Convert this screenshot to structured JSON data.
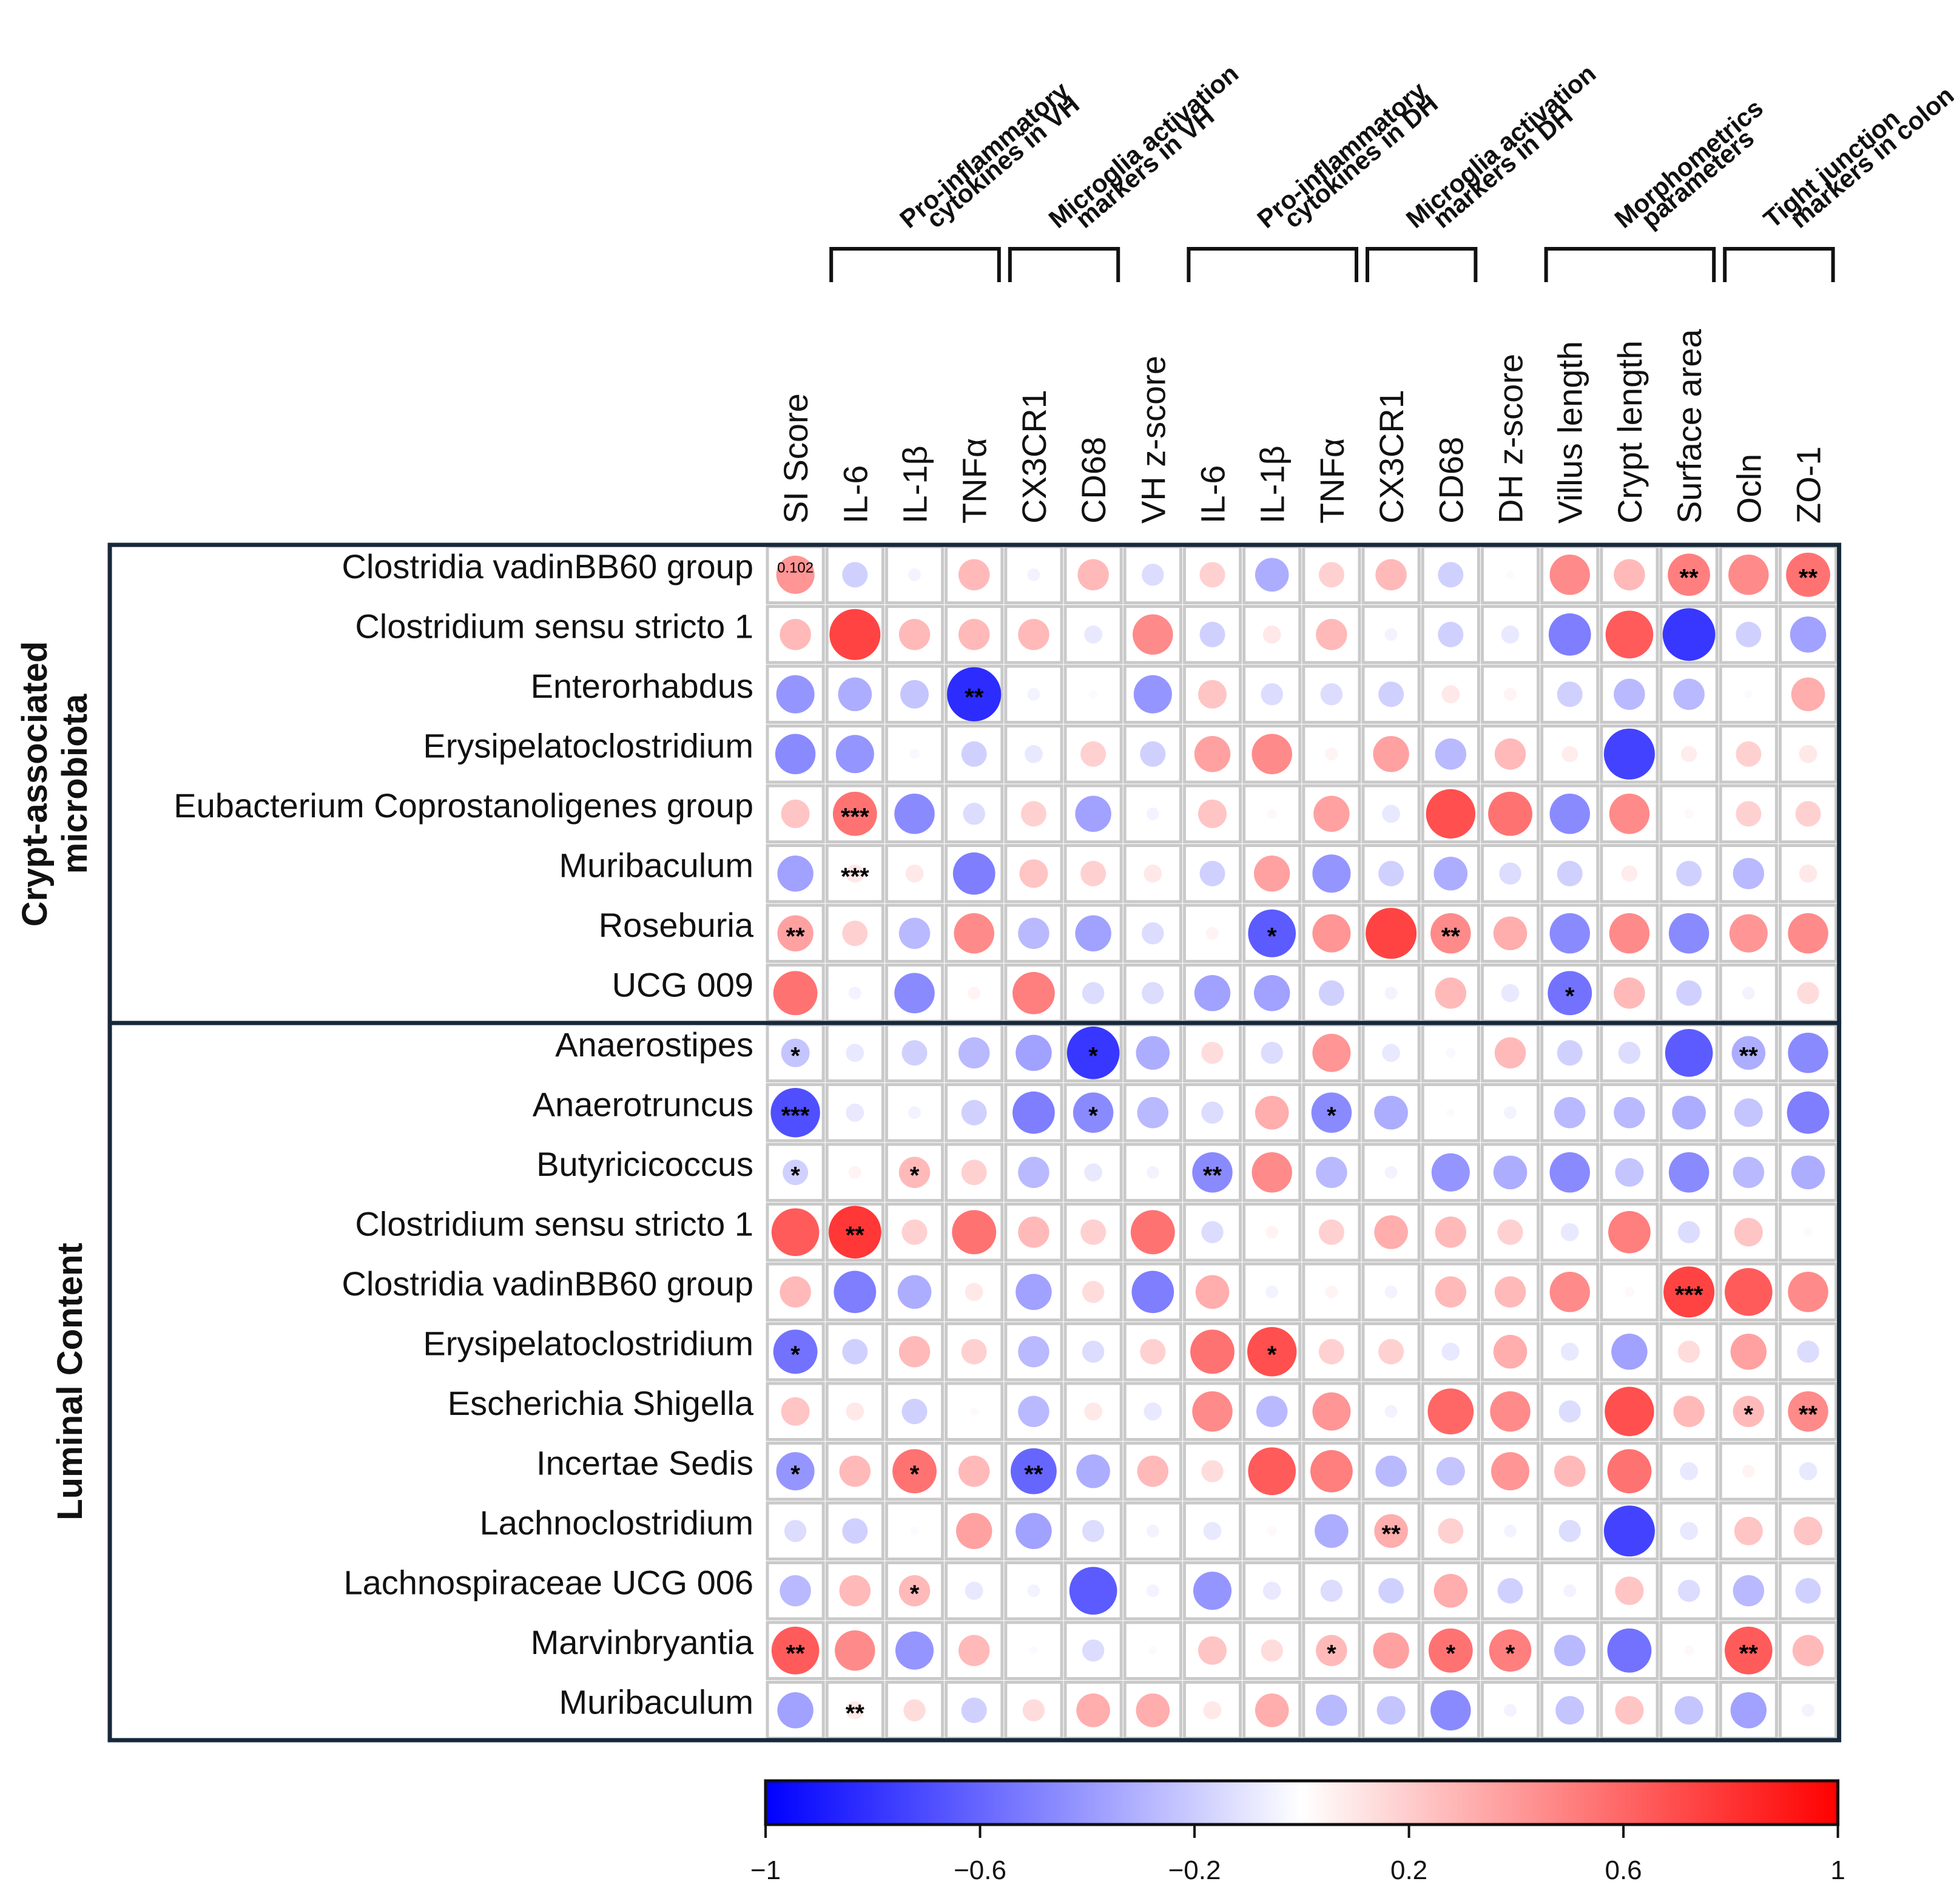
{
  "chart_data": {
    "type": "heatmap",
    "encoding": "circle size and color = correlation coefficient",
    "columns": [
      "SI Score",
      "IL-6",
      "IL-1β",
      "TNFα",
      "CX3CR1",
      "CD68",
      "VH z-score",
      "IL-6",
      "IL-1β",
      "TNFα",
      "CX3CR1",
      "CD68",
      "DH z-score",
      "Villus length",
      "Crypt length",
      "Surface area",
      "Ocln",
      "ZO-1"
    ],
    "column_groups": [
      {
        "label_lines": [
          "Pro-inflammatory",
          "cytokines in VH"
        ],
        "from": 1,
        "to": 3
      },
      {
        "label_lines": [
          "Microglia activation",
          "markers in VH"
        ],
        "from": 4,
        "to": 5
      },
      {
        "label_lines": [
          "Pro-inflammatory",
          "cytokines in DH"
        ],
        "from": 7,
        "to": 9
      },
      {
        "label_lines": [
          "Microglia activation",
          "markers in DH"
        ],
        "from": 10,
        "to": 11
      },
      {
        "label_lines": [
          "Morphometrics",
          "parameters"
        ],
        "from": 13,
        "to": 15
      },
      {
        "label_lines": [
          "Tight junction",
          "markers in colon"
        ],
        "from": 16,
        "to": 17
      }
    ],
    "sections": [
      {
        "label_lines": [
          "Crypt-associated",
          "microbiota"
        ],
        "from": 0,
        "to": 7
      },
      {
        "label_lines": [
          "Luminal Content"
        ],
        "from": 8,
        "to": 19
      }
    ],
    "rows": [
      "Clostridia vadinBB60 group",
      "Clostridium sensu stricto 1",
      "Enterorhabdus",
      "Erysipelatoclostridium",
      "Eubacterium Coprostanoligenes group",
      "Muribaculum",
      "Roseburia",
      "UCG 009",
      "Anaerostipes",
      "Anaerotruncus",
      "Butyricicoccus",
      "Clostridium sensu stricto 1",
      "Clostridia vadinBB60 group",
      "Erysipelatoclostridium",
      "Escherichia Shigella",
      "Incertae Sedis",
      "Lachnoclostridium",
      "Lachnospiraceae UCG 006",
      "Marvinbryantia",
      "Muribaculum"
    ],
    "values": [
      [
        0.45,
        -0.2,
        -0.05,
        0.3,
        -0.05,
        0.3,
        -0.15,
        0.2,
        -0.35,
        0.2,
        0.3,
        -0.2,
        -0.02,
        0.5,
        0.3,
        0.55,
        0.5,
        0.6
      ],
      [
        0.3,
        0.8,
        0.3,
        0.3,
        0.3,
        -0.1,
        0.5,
        -0.2,
        0.1,
        0.3,
        -0.05,
        -0.2,
        -0.1,
        -0.55,
        0.7,
        -0.85,
        -0.2,
        -0.4
      ],
      [
        -0.45,
        -0.35,
        -0.25,
        -0.9,
        -0.05,
        -0.02,
        -0.45,
        0.25,
        -0.15,
        -0.15,
        -0.2,
        0.1,
        0.05,
        -0.2,
        -0.3,
        -0.3,
        -0.02,
        0.35
      ],
      [
        -0.5,
        -0.45,
        -0.03,
        -0.2,
        -0.1,
        0.2,
        -0.2,
        0.4,
        0.5,
        0.05,
        0.4,
        -0.3,
        0.3,
        0.08,
        -0.8,
        0.08,
        0.2,
        0.1
      ],
      [
        0.25,
        0.6,
        -0.5,
        -0.15,
        0.2,
        -0.4,
        -0.05,
        0.25,
        0.03,
        0.4,
        -0.1,
        0.75,
        0.6,
        -0.5,
        0.5,
        0.03,
        0.2,
        0.2
      ],
      [
        -0.4,
        0.1,
        0.1,
        -0.55,
        0.25,
        0.2,
        0.1,
        -0.2,
        0.4,
        -0.45,
        -0.2,
        -0.35,
        -0.15,
        -0.2,
        0.08,
        -0.2,
        -0.3,
        0.1
      ],
      [
        0.4,
        0.2,
        -0.3,
        0.5,
        -0.3,
        -0.4,
        -0.15,
        0.05,
        -0.7,
        0.45,
        0.8,
        0.5,
        0.35,
        -0.5,
        0.5,
        -0.5,
        0.45,
        0.5
      ],
      [
        0.6,
        -0.05,
        -0.5,
        0.05,
        0.55,
        -0.15,
        -0.15,
        -0.4,
        -0.4,
        -0.2,
        -0.05,
        0.3,
        -0.1,
        -0.6,
        0.3,
        -0.2,
        -0.05,
        0.15
      ],
      [
        -0.25,
        -0.1,
        -0.2,
        -0.3,
        -0.4,
        -0.85,
        -0.35,
        0.15,
        -0.15,
        0.45,
        -0.1,
        -0.03,
        0.3,
        -0.2,
        -0.15,
        -0.7,
        -0.35,
        -0.5
      ],
      [
        -0.75,
        -0.1,
        -0.05,
        -0.2,
        -0.55,
        -0.5,
        -0.3,
        -0.15,
        0.35,
        -0.5,
        -0.35,
        -0.02,
        -0.05,
        -0.3,
        -0.3,
        -0.35,
        -0.25,
        -0.55
      ],
      [
        -0.2,
        0.05,
        0.3,
        0.2,
        -0.3,
        -0.1,
        -0.05,
        -0.5,
        0.5,
        -0.3,
        -0.05,
        -0.45,
        -0.35,
        -0.5,
        -0.25,
        -0.5,
        -0.3,
        -0.35
      ],
      [
        0.7,
        0.85,
        0.2,
        0.6,
        0.3,
        0.2,
        0.6,
        -0.15,
        0.05,
        0.2,
        0.35,
        0.3,
        0.2,
        -0.1,
        0.55,
        -0.15,
        0.25,
        -0.02
      ],
      [
        0.3,
        -0.55,
        -0.35,
        0.1,
        -0.4,
        0.15,
        -0.55,
        0.35,
        -0.05,
        0.05,
        -0.05,
        0.3,
        0.3,
        0.5,
        0.03,
        0.8,
        0.7,
        0.5
      ],
      [
        -0.6,
        -0.2,
        0.3,
        0.2,
        -0.3,
        -0.15,
        0.2,
        0.6,
        0.75,
        0.2,
        0.2,
        -0.1,
        0.35,
        -0.1,
        -0.4,
        0.15,
        0.4,
        -0.15
      ],
      [
        0.25,
        0.1,
        -0.2,
        0.02,
        -0.3,
        0.1,
        -0.1,
        0.5,
        -0.3,
        0.45,
        -0.05,
        0.65,
        0.5,
        -0.15,
        0.75,
        0.3,
        0.3,
        0.5
      ],
      [
        -0.45,
        0.3,
        0.6,
        0.3,
        -0.65,
        -0.35,
        0.3,
        0.15,
        0.7,
        0.55,
        -0.3,
        -0.25,
        0.45,
        0.3,
        0.6,
        -0.1,
        0.05,
        -0.1
      ],
      [
        -0.15,
        -0.2,
        -0.02,
        0.4,
        -0.4,
        -0.15,
        -0.05,
        -0.1,
        0.03,
        -0.35,
        0.35,
        0.2,
        -0.05,
        -0.15,
        -0.8,
        -0.1,
        0.25,
        0.25
      ],
      [
        -0.3,
        0.3,
        0.3,
        -0.1,
        -0.05,
        -0.7,
        -0.05,
        -0.45,
        -0.1,
        -0.15,
        -0.2,
        0.35,
        -0.2,
        -0.05,
        0.25,
        -0.15,
        -0.3,
        -0.2
      ],
      [
        0.7,
        0.5,
        -0.45,
        0.3,
        -0.02,
        -0.15,
        -0.02,
        0.25,
        0.15,
        0.3,
        0.4,
        0.6,
        0.55,
        -0.3,
        -0.6,
        0.03,
        0.7,
        0.3
      ],
      [
        -0.4,
        0.1,
        0.15,
        -0.2,
        0.15,
        0.35,
        0.35,
        0.1,
        0.35,
        -0.3,
        -0.25,
        -0.5,
        -0.05,
        -0.25,
        0.25,
        -0.25,
        -0.4,
        -0.05
      ]
    ],
    "significance": [
      {
        "row": 0,
        "col": 15,
        "mark": "**"
      },
      {
        "row": 0,
        "col": 17,
        "mark": "**"
      },
      {
        "row": 2,
        "col": 3,
        "mark": "**"
      },
      {
        "row": 4,
        "col": 1,
        "mark": "***"
      },
      {
        "row": 5,
        "col": 1,
        "mark": "***"
      },
      {
        "row": 6,
        "col": 0,
        "mark": "**"
      },
      {
        "row": 6,
        "col": 8,
        "mark": "*"
      },
      {
        "row": 6,
        "col": 11,
        "mark": "**"
      },
      {
        "row": 7,
        "col": 13,
        "mark": "*"
      },
      {
        "row": 8,
        "col": 0,
        "mark": "*"
      },
      {
        "row": 8,
        "col": 5,
        "mark": "*"
      },
      {
        "row": 8,
        "col": 16,
        "mark": "**"
      },
      {
        "row": 9,
        "col": 0,
        "mark": "***"
      },
      {
        "row": 9,
        "col": 5,
        "mark": "*"
      },
      {
        "row": 9,
        "col": 9,
        "mark": "*"
      },
      {
        "row": 10,
        "col": 0,
        "mark": "*"
      },
      {
        "row": 10,
        "col": 2,
        "mark": "*"
      },
      {
        "row": 10,
        "col": 7,
        "mark": "**"
      },
      {
        "row": 11,
        "col": 1,
        "mark": "**"
      },
      {
        "row": 12,
        "col": 15,
        "mark": "***"
      },
      {
        "row": 13,
        "col": 0,
        "mark": "*"
      },
      {
        "row": 13,
        "col": 8,
        "mark": "*"
      },
      {
        "row": 14,
        "col": 16,
        "mark": "*"
      },
      {
        "row": 14,
        "col": 17,
        "mark": "**"
      },
      {
        "row": 15,
        "col": 0,
        "mark": "*"
      },
      {
        "row": 15,
        "col": 2,
        "mark": "*"
      },
      {
        "row": 15,
        "col": 4,
        "mark": "**"
      },
      {
        "row": 16,
        "col": 10,
        "mark": "**"
      },
      {
        "row": 17,
        "col": 2,
        "mark": "*"
      },
      {
        "row": 18,
        "col": 0,
        "mark": "**"
      },
      {
        "row": 18,
        "col": 9,
        "mark": "*"
      },
      {
        "row": 18,
        "col": 11,
        "mark": "*"
      },
      {
        "row": 18,
        "col": 12,
        "mark": "*"
      },
      {
        "row": 18,
        "col": 16,
        "mark": "**"
      },
      {
        "row": 19,
        "col": 1,
        "mark": "**"
      }
    ],
    "cell_annotation": {
      "row": 0,
      "col": 0,
      "text": "0.102"
    },
    "colorbar": {
      "range": [
        -1,
        1
      ],
      "ticks": [
        -1,
        -0.6,
        -0.2,
        0.2,
        0.6,
        1
      ],
      "tick_labels": [
        "−1",
        "−0.6",
        "−0.2",
        "0.2",
        "0.6",
        "1"
      ],
      "colors": [
        "#0000ff",
        "#ffffff",
        "#ff0000"
      ]
    }
  }
}
